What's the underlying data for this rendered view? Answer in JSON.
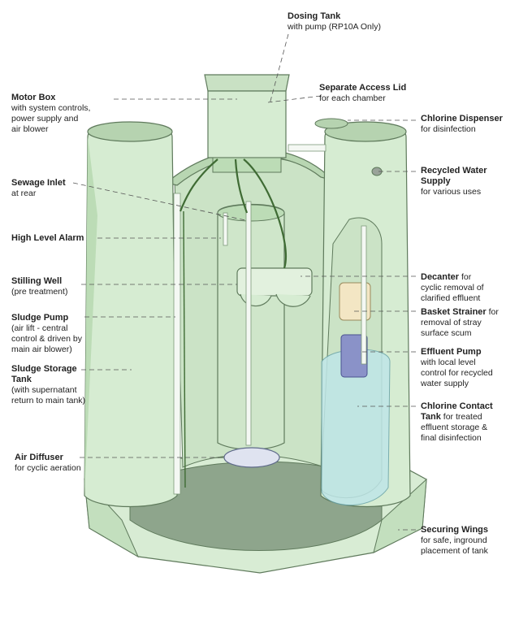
{
  "labels": {
    "dosing_tank": {
      "title": "Dosing Tank",
      "desc": [
        "with pump (RP10A Only)"
      ]
    },
    "motor_box": {
      "title": "Motor  Box",
      "desc": [
        "with system controls,",
        "power supply and",
        "air blower"
      ]
    },
    "access_lid": {
      "title": "Separate Access Lid",
      "desc": [
        "for each chamber"
      ]
    },
    "chlorine_dispenser": {
      "title": "Chlorine Dispenser",
      "desc": [
        "for disinfection"
      ]
    },
    "recycled_water": {
      "title": "Recycled Water Supply",
      "desc": [
        "for various uses"
      ]
    },
    "sewage_inlet": {
      "title": "Sewage Inlet",
      "desc": [
        "at rear"
      ]
    },
    "high_level_alarm": {
      "title": "High Level Alarm",
      "desc": []
    },
    "stilling_well": {
      "title": "Stilling Well",
      "desc": [
        "(pre treatment)"
      ]
    },
    "decanter": {
      "title": "Decanter",
      "inline": " for",
      "desc": [
        "cyclic removal of",
        "clarified effluent"
      ]
    },
    "basket_strainer": {
      "title": "Basket Strainer",
      "inline": " for",
      "desc": [
        "removal of stray",
        "surface scum"
      ]
    },
    "sludge_pump": {
      "title": "Sludge Pump",
      "desc": [
        "(air  lift - central",
        "control & driven by",
        "main air blower)"
      ]
    },
    "effluent_pump": {
      "title": "Effluent Pump",
      "desc": [
        "with local level",
        "control for recycled",
        "water supply"
      ]
    },
    "sludge_storage": {
      "title": "Sludge Storage",
      "title2": "Tank",
      "desc": [
        "(with supernatant",
        "return to main tank)"
      ]
    },
    "chlorine_contact": {
      "title": "Chlorine Contact",
      "title2": "Tank",
      "inline2": " for treated",
      "desc": [
        "effluent storage &",
        "final disinfection"
      ]
    },
    "air_diffuser": {
      "title": "Air Diffuser",
      "desc": [
        "for cyclic aeration"
      ]
    },
    "securing_wings": {
      "title": "Securing  Wings",
      "desc": [
        "for safe, inground",
        "placement of tank"
      ]
    }
  },
  "colors": {
    "tank_fill": "#d6ecd2",
    "tank_shade": "#bcdcb6",
    "tank_dark": "#7e9a7a",
    "floor": "#8ea58c",
    "outline": "#5f7a5c",
    "chlorine_water": "#bfe6e8",
    "basket": "#f3e6c4",
    "pump": "#8a92c8",
    "leader": "#555555"
  }
}
